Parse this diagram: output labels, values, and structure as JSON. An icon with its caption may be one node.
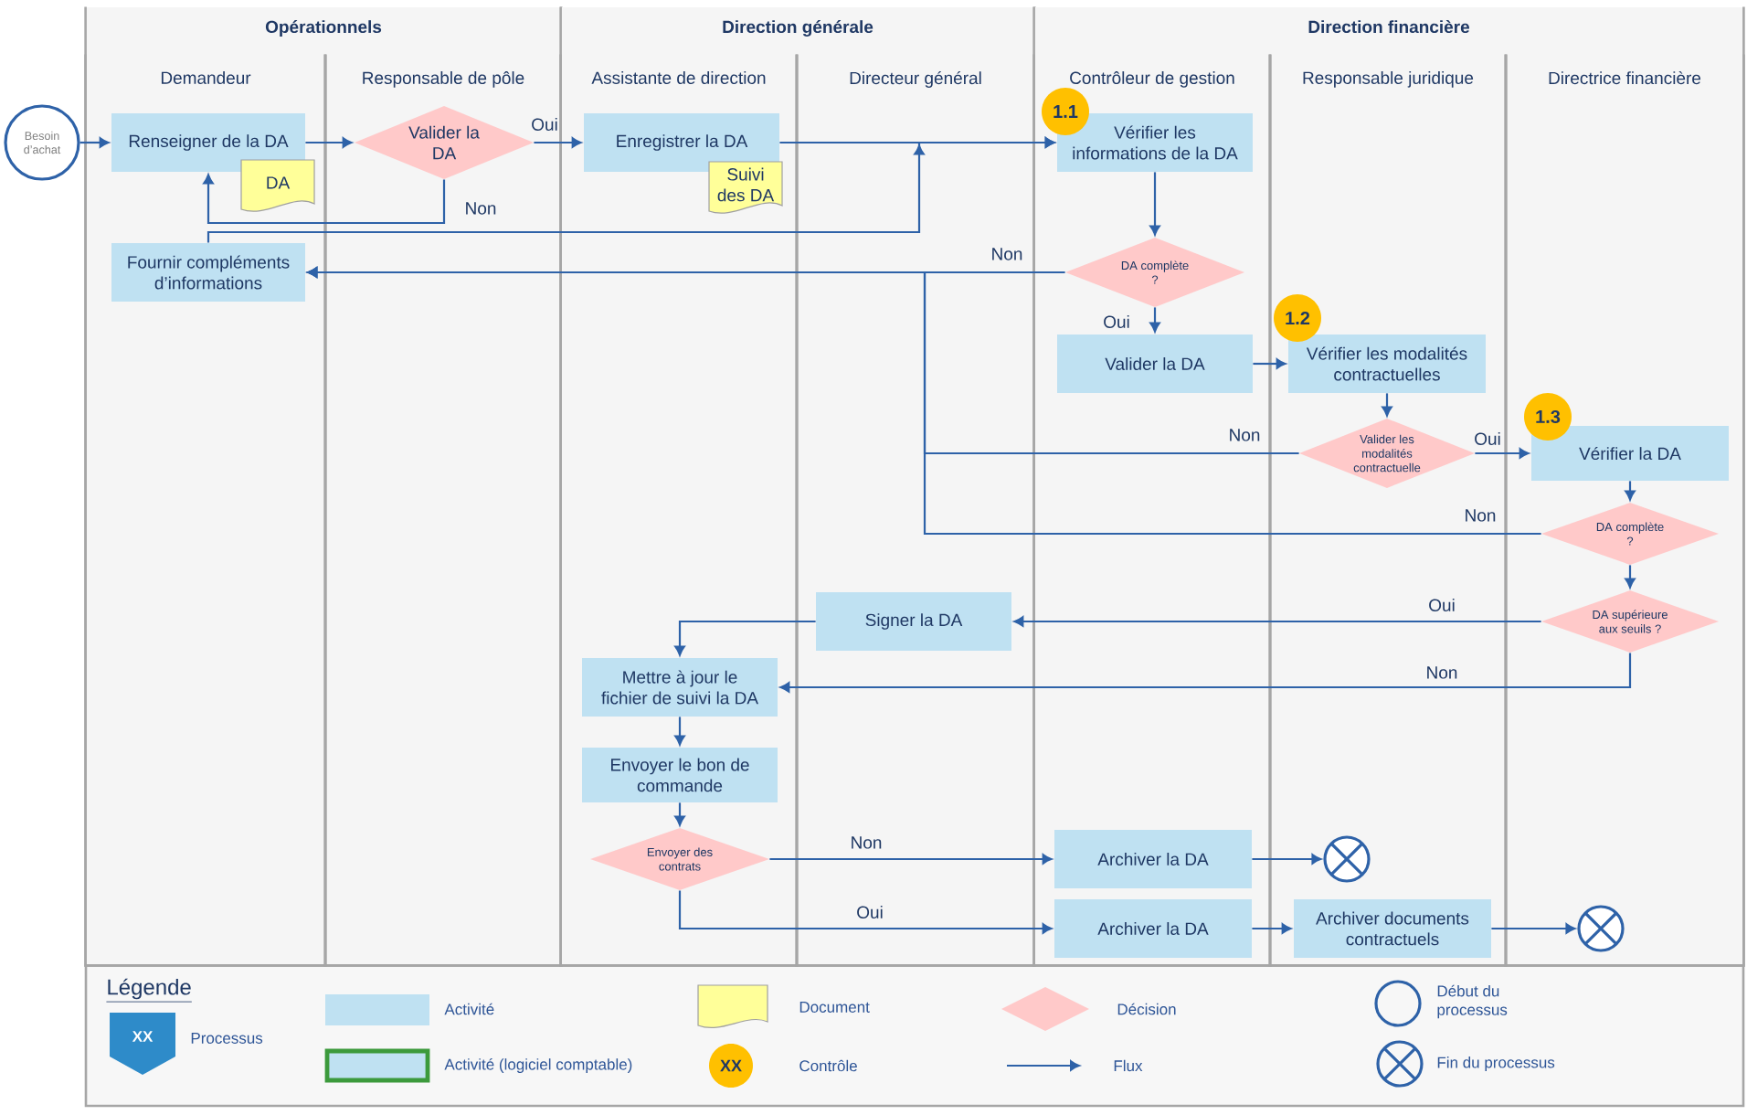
{
  "diagram": {
    "nodes": [
      {
        "text": [
          "Opérationnels"
        ]
      },
      {
        "text": [
          "Demandeur"
        ],
        "in": 0
      },
      {
        "text": [
          "Responsable de pôle"
        ],
        "in": 0
      },
      {
        "text": [
          "Direction générale"
        ]
      },
      {
        "text": [
          "Assistante de direction"
        ],
        "in": 3
      },
      {
        "text": [
          "Directeur général"
        ],
        "in": 3
      },
      {
        "text": [
          "Direction financière"
        ]
      },
      {
        "text": [
          "Contrôleur de gestion"
        ],
        "in": 6
      },
      {
        "text": [
          "Responsable juridique"
        ],
        "in": 6
      },
      {
        "text": [
          "Directrice financière"
        ],
        "in": 6
      },
      {
        "text": [
          "Besoin d’achat"
        ]
      },
      {
        "text": [
          "Renseigner de la DA"
        ],
        "in": 1
      },
      {
        "text": [
          "DA"
        ],
        "in": 1
      },
      {
        "text": [
          "Valider la DA"
        ],
        "in": 2
      },
      {
        "text": [
          "Enregistrer la DA"
        ],
        "in": 4
      },
      {
        "text": [
          "Suivi des DA"
        ],
        "in": 4
      },
      {
        "text": [
          "Vérifier les informations de la DA"
        ],
        "in": 7
      },
      {
        "text": [
          "1.1"
        ],
        "in": 7
      },
      {
        "text": [
          "Fournir compléments d’informations"
        ],
        "in": 1
      },
      {
        "text": [
          "DA complète ?"
        ],
        "in": 7
      },
      {
        "text": [
          "Valider la DA"
        ],
        "in": 7
      },
      {
        "text": [
          "Vérifier les modalités contractuelles"
        ],
        "in": 8
      },
      {
        "text": [
          "1.2"
        ],
        "in": 8
      },
      {
        "text": [
          "Valider les modalités contractuelle"
        ],
        "in": 8
      },
      {
        "text": [
          "Vérifier la DA"
        ],
        "in": 9
      },
      {
        "text": [
          "1.3"
        ],
        "in": 9
      },
      {
        "text": [
          "DA complète ?"
        ],
        "in": 9
      },
      {
        "text": [
          "DA supérieure aux seuils ?"
        ],
        "in": 9
      },
      {
        "text": [
          "Signer la DA"
        ],
        "in": 5
      },
      {
        "text": [
          "Mettre à jour le fichier de suivi la DA"
        ],
        "in": 4
      },
      {
        "text": [
          "Envoyer le bon de commande"
        ],
        "in": 4
      },
      {
        "text": [
          "Envoyer des contrats"
        ],
        "in": 4
      },
      {
        "text": [
          "Archiver la DA"
        ],
        "in": 7
      },
      {
        "text": [
          "Archiver la DA"
        ],
        "in": 7
      },
      {
        "text": [],
        "shape": "circle",
        "in": 8
      },
      {
        "text": [
          "Archiver documents contractuels"
        ],
        "in": 8
      },
      {
        "text": [],
        "shape": "circle",
        "in": 9
      },
      {
        "text": [
          "XX"
        ]
      }
    ],
    "edges": [
      {
        "from": 10,
        "to": 11,
        "arrow": "to"
      },
      {
        "from": 11,
        "to": 13,
        "arrow": "to"
      },
      {
        "from": 13,
        "to": 14,
        "arrow": "to",
        "label": "Oui"
      },
      {
        "from": 13,
        "to": 11,
        "arrow": "to",
        "label": "Non"
      },
      {
        "from": 14,
        "to": 16,
        "arrow": "to"
      },
      {
        "from": 18,
        "to": 16,
        "arrow": "to"
      },
      {
        "from": 16,
        "to": 19,
        "arrow": "to"
      },
      {
        "from": 19,
        "to": 18,
        "arrow": "to",
        "label": "Non"
      },
      {
        "from": 19,
        "to": 20,
        "arrow": "to",
        "label": "Oui"
      },
      {
        "from": 20,
        "to": 21,
        "arrow": "to"
      },
      {
        "from": 21,
        "to": 23,
        "arrow": "to"
      },
      {
        "from": 23,
        "to": 24,
        "arrow": "to",
        "label": "Oui"
      },
      {
        "from": 23,
        "to": 18,
        "arrow": "to",
        "label": "Non"
      },
      {
        "from": 26,
        "to": 18,
        "arrow": "to",
        "label": "Non"
      },
      {
        "from": 24,
        "to": 26,
        "arrow": "to"
      },
      {
        "from": 26,
        "to": 27,
        "arrow": "to"
      },
      {
        "from": 27,
        "to": 28,
        "arrow": "to",
        "label": "Oui"
      },
      {
        "from": 27,
        "to": 29,
        "arrow": "to",
        "label": "Non"
      },
      {
        "from": 28,
        "to": 29,
        "arrow": "to"
      },
      {
        "from": 29,
        "to": 30,
        "arrow": "to"
      },
      {
        "from": 30,
        "to": 31,
        "arrow": "to"
      },
      {
        "from": 31,
        "to": 32,
        "arrow": "to",
        "label": "Non"
      },
      {
        "from": 31,
        "to": 33,
        "arrow": "to",
        "label": "Oui"
      },
      {
        "from": 32,
        "to": 34,
        "arrow": "to"
      },
      {
        "from": 33,
        "to": 35,
        "arrow": "to"
      },
      {
        "from": 35,
        "to": 36,
        "arrow": "to"
      }
    ],
    "labels": [
      "Légende",
      "XX"
    ],
    "legend": [
      {
        "text": "Processus"
      },
      {
        "text": "Activité",
        "color": "#bfe1f2"
      },
      {
        "text": "Activité (logiciel comptable)"
      },
      {
        "text": "Document"
      },
      {
        "text": "Contrôle"
      },
      {
        "text": "Décision"
      },
      {
        "text": "Flux"
      },
      {
        "text": "Début du processus"
      },
      {
        "text": "Fin du processus"
      }
    ]
  }
}
